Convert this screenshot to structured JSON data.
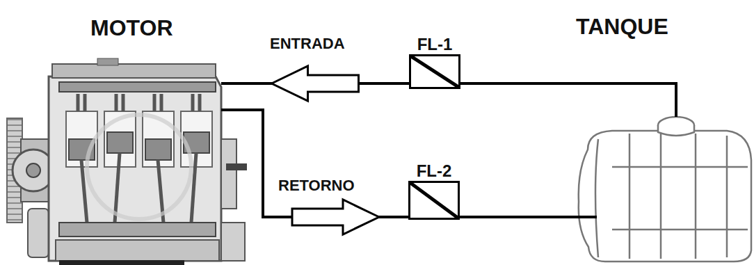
{
  "diagram": {
    "nodes": [
      {
        "text": [
          "MOTOR"
        ]
      },
      {
        "text": [
          "FL-1"
        ]
      },
      {
        "text": [
          "TANQUE"
        ]
      },
      {
        "text": [
          "FL-2"
        ]
      }
    ],
    "edges": [
      {
        "from": 2,
        "to": 1,
        "arrow": "none"
      },
      {
        "from": 1,
        "to": 0,
        "arrow": "to",
        "label": "ENTRADA"
      },
      {
        "from": 0,
        "to": 3,
        "arrow": "to",
        "label": "RETORNO"
      },
      {
        "from": 3,
        "to": 2,
        "arrow": "none"
      }
    ]
  }
}
